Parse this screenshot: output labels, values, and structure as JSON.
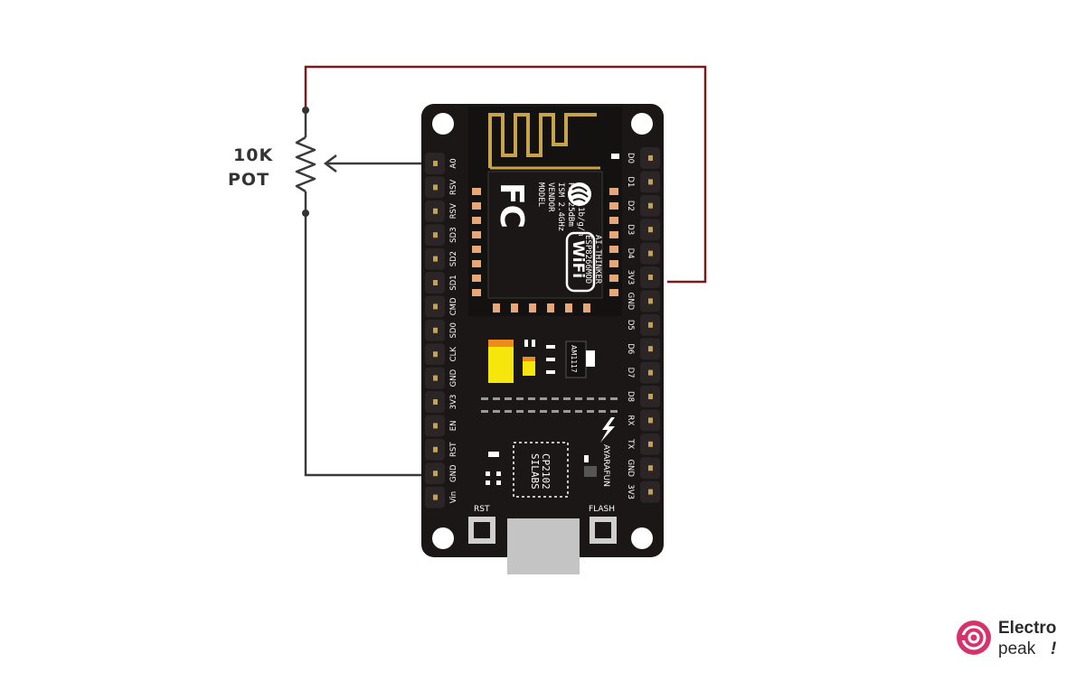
{
  "potentiometer": {
    "value_label": "10K",
    "type_label": "POT"
  },
  "board": {
    "left_pins": [
      "A0",
      "RSV",
      "RSV",
      "SD3",
      "SD2",
      "SD1",
      "CMD",
      "SD0",
      "CLK",
      "GND",
      "3V3",
      "EN",
      "RST",
      "GND",
      "Vin"
    ],
    "right_pins": [
      "D0",
      "D1",
      "D2",
      "D3",
      "D4",
      "3V3",
      "GND",
      "D5",
      "D6",
      "D7",
      "D8",
      "RX",
      "TX",
      "GND",
      "3V3"
    ],
    "module_text": {
      "line1": "MODEL",
      "line2": "VENDOR",
      "line3": "ISM 2.4GHz",
      "line4": "PA +25dBm",
      "line5": "802.11b/g/n",
      "model_value": "ESP8266MOD",
      "vendor_value": "AI-THINKER",
      "fcc_logo": "FC",
      "wifi_logo": "WiFi"
    },
    "regulator_label": "AM1117",
    "usb_chip_line1": "SILABS",
    "usb_chip_line2": "CP2102",
    "maker_label": "AYARAFUN",
    "rst_button_label": "RST",
    "flash_button_label": "FLASH"
  },
  "colors": {
    "board": "#1b1716",
    "wire_red": "#7a1a1a",
    "wire_gray": "#3a3a3a",
    "pin_gold": "#c8a24a",
    "antenna": "#c9a34a",
    "brand_pink": "#d6336c"
  },
  "brand": {
    "name_line1": "Electro",
    "name_line2": "peak",
    "mark": "!"
  }
}
